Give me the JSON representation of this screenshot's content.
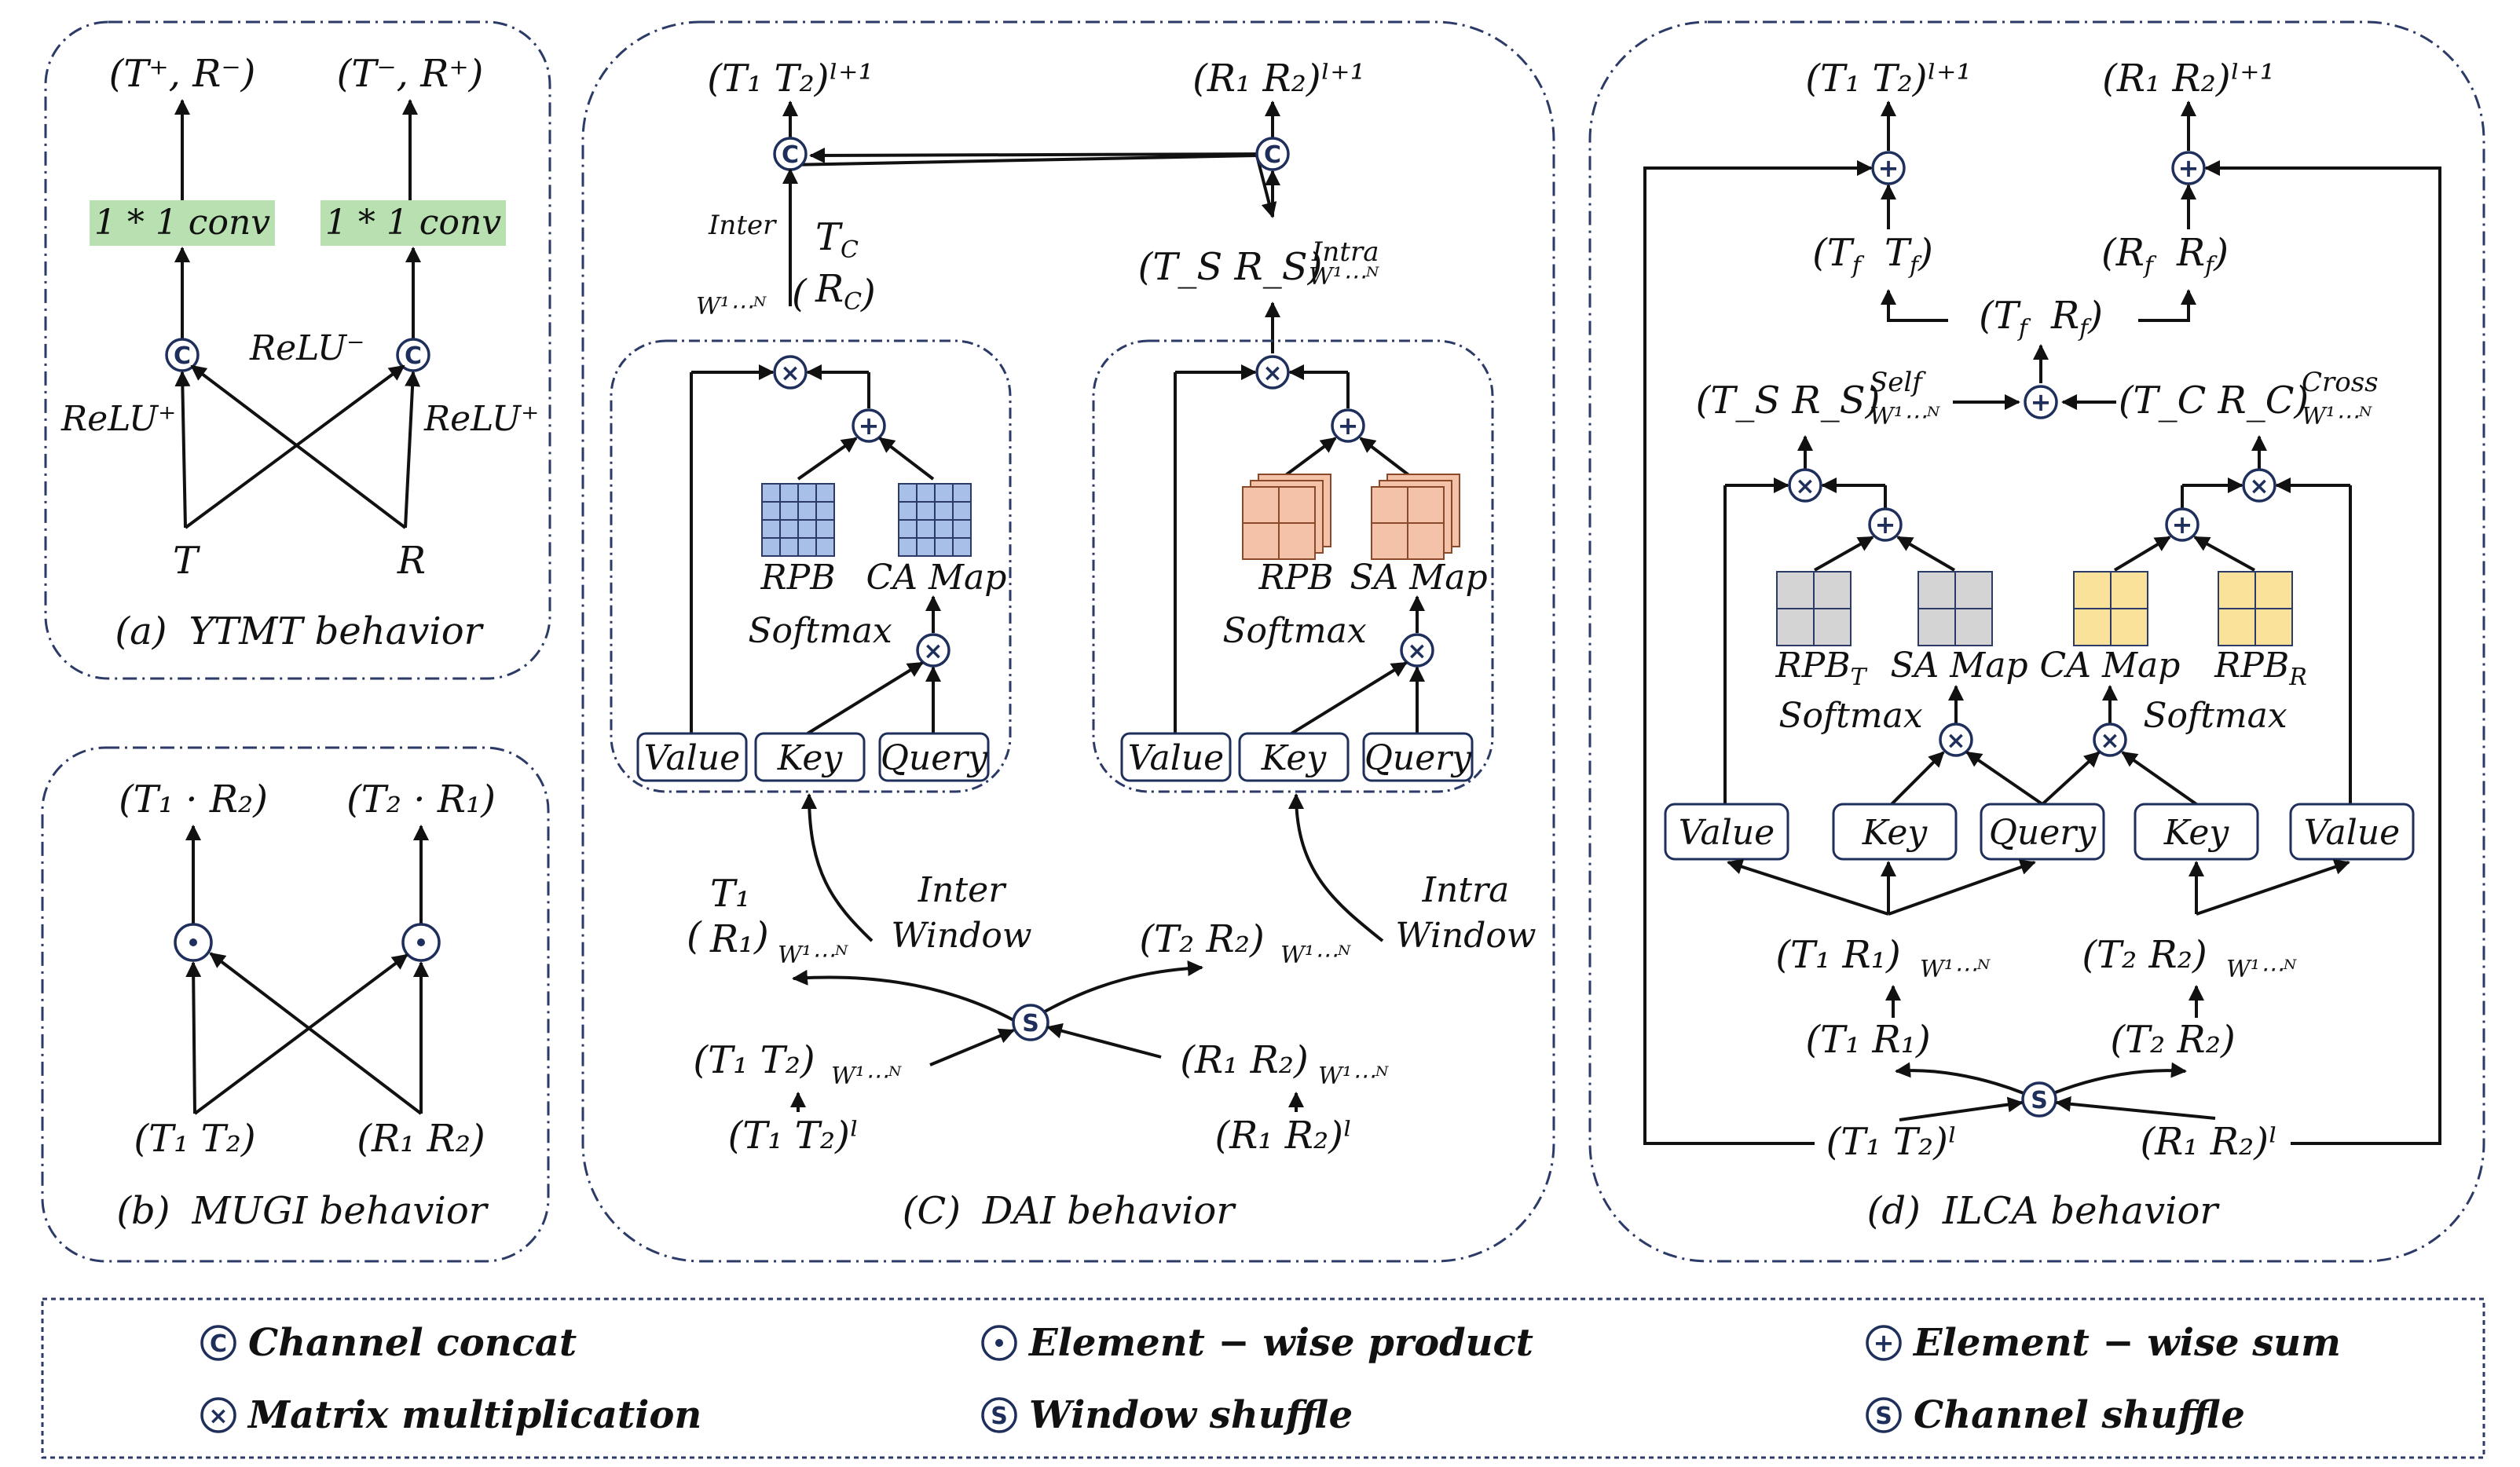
{
  "colors": {
    "border": "#2b3a66",
    "conv_fill": "#b9e0b0",
    "rpb_blue": "#a8c0e8",
    "map_salmon": "#f4c2a8",
    "gray_cell": "#d4d4d4",
    "yellow_cell": "#fbe29a",
    "operator": "#1f2f5c"
  },
  "icons": {
    "channel_concat": "circle-c-icon",
    "element_product": "circle-dot-icon",
    "element_sum": "circle-plus-icon",
    "matmul": "circle-times-icon",
    "shuffle": "circle-s-icon"
  },
  "panel_a": {
    "caption_letter": "(a)",
    "caption_name": "YTMT behavior",
    "out_left": "(T⁺, R⁻)",
    "out_right": "(T⁻, R⁺)",
    "conv_left": "1 * 1 conv",
    "conv_right": "1 * 1 conv",
    "relu_plus_left": "ReLU⁺",
    "relu_minus": "ReLU⁻",
    "relu_plus_right": "ReLU⁺",
    "in_t": "T",
    "in_r": "R",
    "concat_glyph": "C"
  },
  "panel_b": {
    "caption_letter": "(b)",
    "caption_name": "MUGI behavior",
    "out_left": "(T₁ · R₂)",
    "out_right": "(T₂ · R₁)",
    "in_left": "(T₁    T₂)",
    "in_right": "(R₁    R₂)",
    "dot_glyph": "⊙"
  },
  "panel_c": {
    "caption_letter": "(C)",
    "caption_name": "DAI behavior",
    "out_left": "(T₁    T₂)ˡ⁺¹",
    "out_right": "(R₁    R₂)ˡ⁺¹",
    "inter_label": "Inter",
    "mid_left_top": "T_C",
    "mid_left_bottom": "R_C",
    "window_sub": "W¹⋯ᴺ",
    "mid_right": "(T_S    R_S)",
    "intra_label": "Intra",
    "rpb": "RPB",
    "ca_map": "CA Map",
    "sa_map": "SA Map",
    "softmax": "Softmax",
    "value": "Value",
    "key": "Key",
    "query": "Query",
    "inter_window_1": "Inter",
    "inter_window_2": "Window",
    "intra_window_1": "Intra",
    "intra_window_2": "Window",
    "col_t1": "T₁",
    "col_r1": "R₁",
    "row_t2r2": "(T₂    R₂)",
    "in_t1t2_w": "(T₁    T₂)",
    "in_r1r2_w": "(R₁    R₂)",
    "in_t1t2_l": "(T₁    T₂)ˡ",
    "in_r1r2_l": "(R₁    R₂)ˡ",
    "shuffle_glyph": "S"
  },
  "panel_d": {
    "caption_letter": "(d)",
    "caption_name": "ILCA behavior",
    "out_left": "(T₁    T₂)ˡ⁺¹",
    "out_right": "(R₁    R₂)ˡ⁺¹",
    "tf_left": "(T_f    T_f)",
    "rf_right": "(R_f    R_f)",
    "tf_rf": "(T_f    R_f)",
    "self_term": "(T_S    R_S)",
    "self_sup": "Self",
    "cross_term": "(T_C    R_C)",
    "cross_sup": "Cross",
    "window_sub": "W¹⋯ᴺ",
    "rpb_t": "RPB_T",
    "sa_map": "SA Map",
    "ca_map": "CA Map",
    "rpb_r": "RPB_R",
    "softmax": "Softmax",
    "value": "Value",
    "key": "Key",
    "query": "Query",
    "t1r1_w": "(T₁    R₁)",
    "t2r2_w": "(T₂    R₂)",
    "t1r1": "(T₁    R₁)",
    "t2r2": "(T₂    R₂)",
    "in_t": "(T₁    T₂)ˡ",
    "in_r": "(R₁    R₂)ˡ"
  },
  "legend": {
    "items": [
      {
        "glyph": "C",
        "label": "Channel concat"
      },
      {
        "glyph": "⊙",
        "label": "Element − wise product"
      },
      {
        "glyph": "+",
        "label": "Element − wise sum"
      },
      {
        "glyph": "×",
        "label": "Matrix multiplication"
      },
      {
        "glyph": "S",
        "label": "Window shuffle"
      },
      {
        "glyph": "S",
        "label": "Channel shuffle"
      }
    ]
  }
}
